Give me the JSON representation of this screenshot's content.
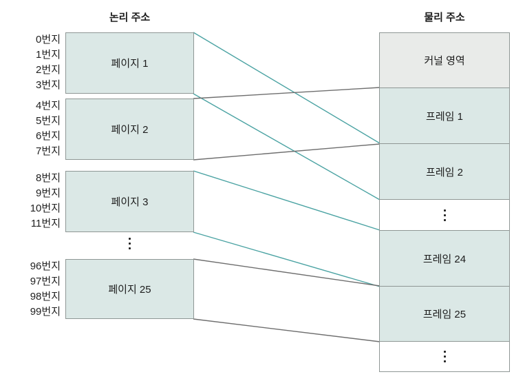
{
  "diagram_title": "paging-logical-to-physical-address-mapping",
  "colors": {
    "page_fill": "#dbe8e6",
    "kernel_fill": "#e9ebe9",
    "box_border": "#8e9694",
    "teal_line": "#4ba3a3",
    "gray_line": "#6e6e6e",
    "background": "#ffffff",
    "text": "#1c1c1c"
  },
  "logical": {
    "title": "논리 주소",
    "ellipsis": "⋮",
    "pages": [
      {
        "id": "page-1",
        "label": "페이지 1",
        "addresses": [
          "0번지",
          "1번지",
          "2번지",
          "3번지"
        ]
      },
      {
        "id": "page-2",
        "label": "페이지 2",
        "addresses": [
          "4번지",
          "5번지",
          "6번지",
          "7번지"
        ]
      },
      {
        "id": "page-3",
        "label": "페이지 3",
        "addresses": [
          "8번지",
          "9번지",
          "10번지",
          "11번지"
        ]
      },
      {
        "id": "page-25",
        "label": "페이지 25",
        "addresses": [
          "96번지",
          "97번지",
          "98번지",
          "99번지"
        ]
      }
    ]
  },
  "physical": {
    "title": "물리 주소",
    "blocks": [
      {
        "id": "kernel",
        "label": "커널 영역",
        "type": "kernel"
      },
      {
        "id": "frame-1",
        "label": "프레임 1",
        "type": "frame"
      },
      {
        "id": "frame-2",
        "label": "프레임 2",
        "type": "frame"
      },
      {
        "id": "dots-1",
        "label": "⋮",
        "type": "ellipsis"
      },
      {
        "id": "frame-24",
        "label": "프레임 24",
        "type": "frame"
      },
      {
        "id": "frame-25",
        "label": "프레임 25",
        "type": "frame"
      },
      {
        "id": "dots-2",
        "label": "⋮",
        "type": "ellipsis"
      }
    ]
  },
  "connections": [
    {
      "from": "page-1",
      "to": "frame-2",
      "color": "#4ba3a3"
    },
    {
      "from": "page-2",
      "to": "frame-1",
      "color": "#6e6e6e"
    },
    {
      "from": "page-3",
      "to": "frame-24",
      "color": "#4ba3a3"
    },
    {
      "from": "page-25",
      "to": "frame-25",
      "color": "#6e6e6e"
    }
  ]
}
